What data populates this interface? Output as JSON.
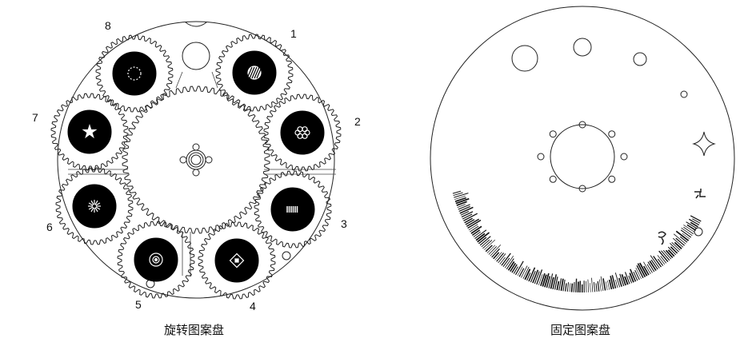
{
  "rotating_wheel": {
    "caption": "旋转图案盘",
    "gear_numbers": [
      "1",
      "2",
      "3",
      "4",
      "5",
      "6",
      "7",
      "8"
    ]
  },
  "fixed_wheel": {
    "caption": "固定图案盘"
  }
}
